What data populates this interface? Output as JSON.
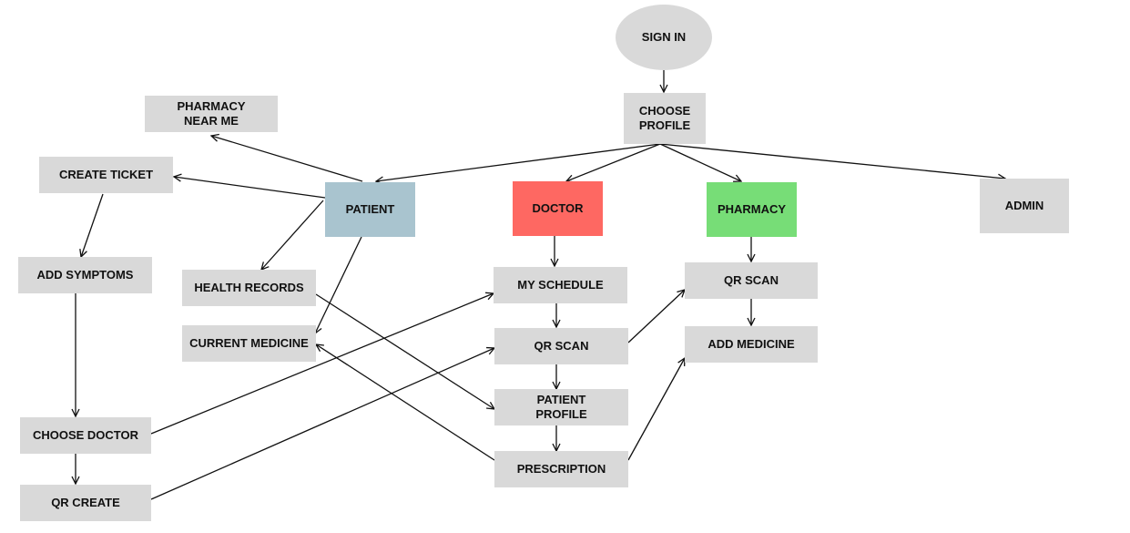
{
  "nodes": {
    "sign_in": "SIGN IN",
    "choose_profile_1": "CHOOSE",
    "choose_profile_2": "PROFILE",
    "pharmacy_near_me_1": "PHARMACY",
    "pharmacy_near_me_2": "NEAR ME",
    "create_ticket": "CREATE TICKET",
    "patient": "PATIENT",
    "doctor": "DOCTOR",
    "pharmacy": "PHARMACY",
    "admin": "ADMIN",
    "add_symptoms": "ADD SYMPTOMS",
    "health_records": "HEALTH RECORDS",
    "current_medicine": "CURRENT MEDICINE",
    "my_schedule": "MY SCHEDULE",
    "doctor_qr_scan": "QR SCAN",
    "patient_profile_1": "PATIENT",
    "patient_profile_2": "PROFILE",
    "prescription": "PRESCRIPTION",
    "pharmacy_qr_scan": "QR SCAN",
    "add_medicine": "ADD MEDICINE",
    "choose_doctor": "CHOOSE DOCTOR",
    "qr_create": "QR CREATE"
  },
  "colors": {
    "default_box": "#d9d9d9",
    "patient": "#a9c4cf",
    "doctor": "#fe6862",
    "pharmacy": "#77dd77"
  }
}
